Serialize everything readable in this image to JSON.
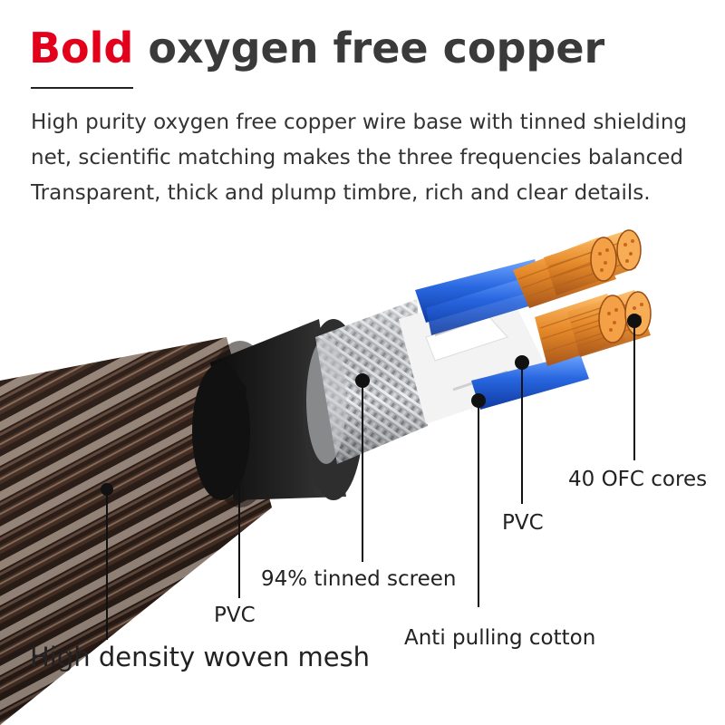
{
  "header": {
    "title_accent": "Bold",
    "title_rest": " oxygen free copper"
  },
  "description": {
    "lines": [
      "High purity oxygen free copper wire base with tinned shielding",
      "net, scientific matching makes the three frequencies balanced",
      "Transparent, thick and plump timbre, rich and clear details."
    ]
  },
  "callouts": {
    "woven_mesh": "High density woven mesh",
    "outer_pvc": "PVC",
    "tinned_screen": "94% tinned screen",
    "anti_pulling_cotton": "Anti pulling cotton",
    "inner_pvc": "PVC",
    "ofc_cores": "40 OFC cores"
  },
  "colors": {
    "accent": "#e3001b",
    "title_text": "#3a3a3a",
    "body_text": "#333333",
    "blue_insulation": "#1f5fd6",
    "copper": "#e08a2a"
  }
}
